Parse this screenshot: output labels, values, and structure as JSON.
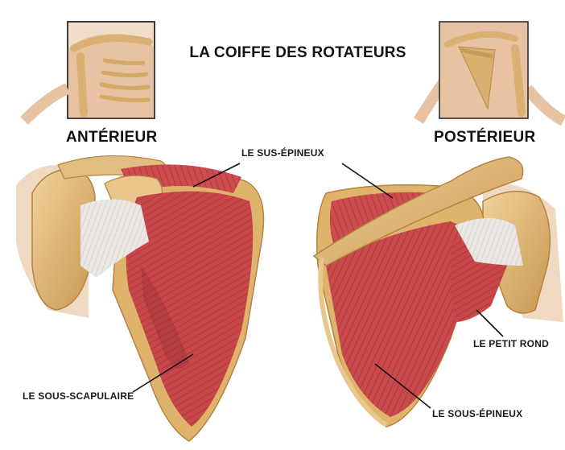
{
  "title": "LA COIFFE DES ROTATEURS",
  "views": {
    "anterior": "ANTÉRIEUR",
    "posterior": "POSTÉRIEUR"
  },
  "labels": {
    "supraspinatus": "LE SUS-ÉPINEUX",
    "subscapularis": "LE SOUS-SCAPULAIRE",
    "teres_minor": "LE PETIT ROND",
    "infraspinatus": "LE SOUS-ÉPINEUX"
  },
  "colors": {
    "muscle": "#c8474a",
    "muscle_dark": "#9e2f33",
    "bone": "#e6c48a",
    "bone_shadow": "#c79a55",
    "tendon": "#e8e4e0",
    "skin": "#e8c4a8",
    "line": "#111111"
  }
}
